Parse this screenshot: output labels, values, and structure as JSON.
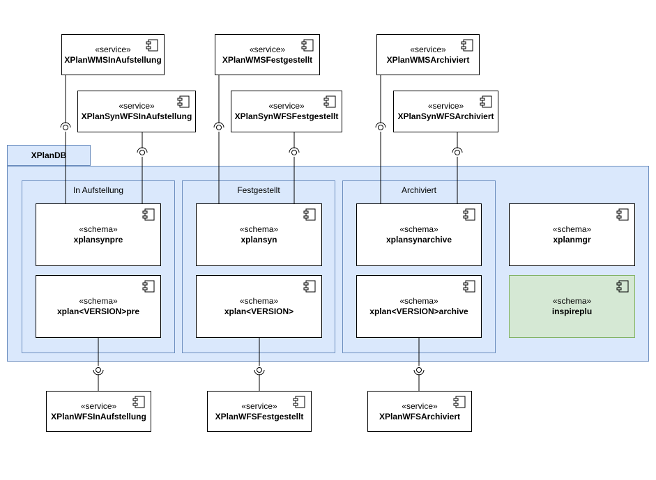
{
  "stereotypes": {
    "service": "«service»",
    "schema": "«schema»"
  },
  "db": {
    "label": "XPlanDB"
  },
  "groups": {
    "pre": {
      "label": "In Aufstellung"
    },
    "fest": {
      "label": "Festgestellt"
    },
    "arch": {
      "label": "Archiviert"
    }
  },
  "schemas": {
    "xplansynpre": "xplansynpre",
    "xplanpre": "xplan<VERSION>pre",
    "xplansyn": "xplansyn",
    "xplan": "xplan<VERSION>",
    "xplansynarchive": "xplansynarchive",
    "xplanarchive": "xplan<VERSION>archive",
    "xplanmgr": "xplanmgr",
    "inspireplu": "inspireplu"
  },
  "services": {
    "wms_pre": "XPlanWMSInAufstellung",
    "wms_fest": "XPlanWMSFestgestellt",
    "wms_arch": "XPlanWMSArchiviert",
    "synwfs_pre": "XPlanSynWFSInAufstellung",
    "synwfs_fest": "XPlanSynWFSFestgestellt",
    "synwfs_arch": "XPlanSynWFSArchiviert",
    "wfs_pre": "XPlanWFSInAufstellung",
    "wfs_fest": "XPlanWFSFestgestellt",
    "wfs_arch": "XPlanWFSArchiviert"
  },
  "colors": {
    "container_fill": "#dae8fc",
    "container_stroke": "#6c8ebf",
    "highlight_fill": "#d5e8d4",
    "highlight_stroke": "#82b366"
  },
  "icons": {
    "component": "uml-component-icon"
  }
}
